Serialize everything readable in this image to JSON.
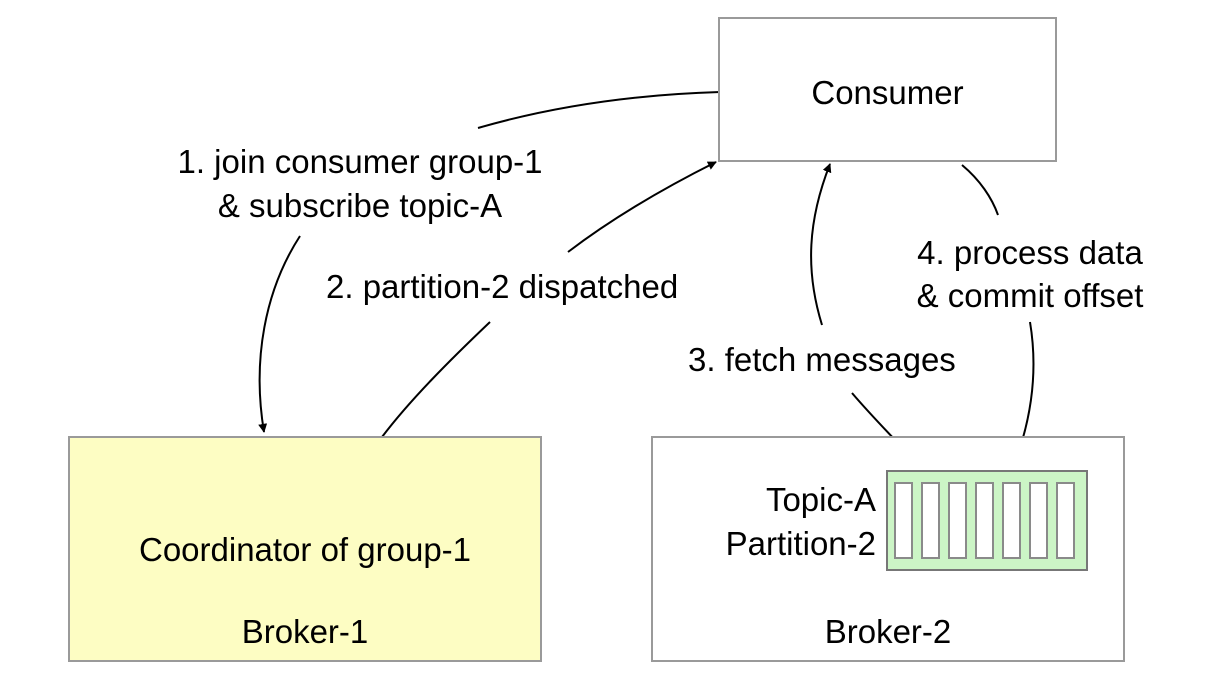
{
  "consumer": {
    "label": "Consumer"
  },
  "coordinator": {
    "title": "Coordinator of group-1",
    "broker": "Broker-1",
    "fill": "#fdfdc3"
  },
  "broker2": {
    "broker": "Broker-2",
    "partition": {
      "topic": "Topic-A",
      "name": "Partition-2",
      "fill": "#ccf5c6",
      "segments": 7
    }
  },
  "arrows": {
    "join": {
      "line1": "1. join consumer group-1",
      "line2": "& subscribe topic-A"
    },
    "dispatch": {
      "text": "2. partition-2 dispatched"
    },
    "fetch": {
      "text": "3. fetch messages"
    },
    "process": {
      "line1": "4. process data",
      "line2": "& commit offset"
    }
  }
}
